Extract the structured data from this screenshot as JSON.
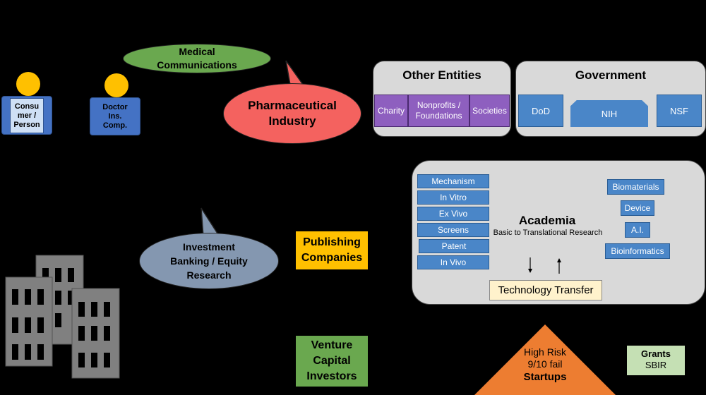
{
  "labels": {
    "medical_communications": "Medical\nCommunications",
    "consumer": "Consu\nmer /\nPerson",
    "doctor": "Doctor\nIns.\nComp.",
    "pharma": "Pharmaceutical\nIndustry",
    "other_entities": "Other Entities",
    "charity": "Charity",
    "nonprofits": "Nonprofits /\nFoundations",
    "societies": "Societies",
    "government": "Government",
    "dod": "DoD",
    "nih": "NIH",
    "nsf": "NSF",
    "academia_title": "Academia",
    "academia_subtitle": "Basic to Translational Research",
    "research_items": [
      "Mechanism",
      "In Vitro",
      "Ex Vivo",
      "Screens",
      "Patent",
      "In Vivo"
    ],
    "field_items": [
      "Biomaterials",
      "Device",
      "A.I.",
      "Bioinformatics"
    ],
    "tech_transfer": "Technology Transfer",
    "investment": "Investment\nBanking / Equity\nResearch",
    "publishing": "Publishing\nCompanies",
    "venture": "Venture\nCapital\nInvestors",
    "startups_line1": "High Risk",
    "startups_line2": "9/10 fail",
    "startups_line3": "Startups",
    "grants_title": "Grants",
    "grants_sub": "SBIR"
  },
  "colors": {
    "green_ellipse": "#6aa84f",
    "pharma": "#f4625f",
    "investment": "#8497b0",
    "publishing": "#ffc000",
    "venture": "#6aa84f",
    "startups": "#ed7d31",
    "grants": "#c5e0b4",
    "tech_transfer": "#fff2cc"
  }
}
